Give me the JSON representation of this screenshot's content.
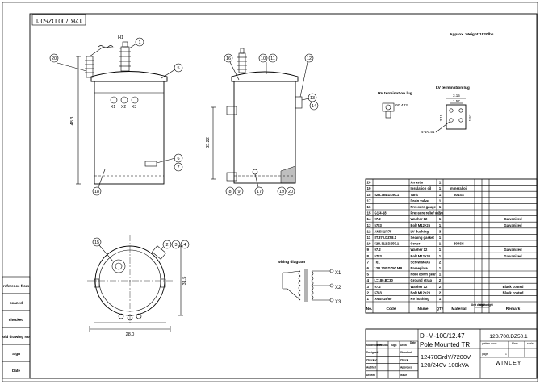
{
  "drawing": {
    "title_code": "12B.700.DZ50.1",
    "weight_note": "Approx. Weight:1820lbs",
    "callout_h1": "H1",
    "dims": {
      "height": "48.3",
      "height2": "33.22",
      "diameter": "31.5",
      "width": "28.0"
    },
    "bushing_labels": [
      "X1",
      "X2",
      "X3"
    ],
    "hv_lug_title": "HV termination lug",
    "hv_lug_dim": "Φ0.433",
    "lv_lug_title": "LV termination lug",
    "lv_lug_dims": [
      "3.15",
      "1.57",
      "3.15",
      "1.57",
      "4-Φ0.51"
    ],
    "wiring_title": "wiring diagram",
    "wiring_outputs": [
      "X1",
      "X2",
      "X3"
    ],
    "callouts": [
      "1",
      "2",
      "3",
      "4",
      "5",
      "6",
      "7",
      "8",
      "9",
      "10",
      "11",
      "12",
      "13",
      "14",
      "15",
      "16",
      "17",
      "18",
      "19",
      "20"
    ]
  },
  "left_panel": [
    "reference from",
    "scaned",
    "checked",
    "old drawing No",
    "Sign",
    "Date"
  ],
  "bom": {
    "headers": [
      "No.",
      "Code",
      "Name",
      "QTY",
      "Material",
      "Unit weight",
      "Total weight",
      "Remark"
    ],
    "rows": [
      {
        "no": "20",
        "code": "",
        "name": "Arrester",
        "qty": "1",
        "material": "",
        "remark": ""
      },
      {
        "no": "19",
        "code": "",
        "name": "Insulation oil",
        "qty": "1",
        "material": "mineral oil",
        "remark": ""
      },
      {
        "no": "18",
        "code": "52B.384.DZ50.1",
        "name": "Tank",
        "qty": "1",
        "material": "304SS",
        "remark": ""
      },
      {
        "no": "17",
        "code": "",
        "name": "Drain valve",
        "qty": "1",
        "material": "",
        "remark": ""
      },
      {
        "no": "16",
        "code": "",
        "name": "Pressure gauge",
        "qty": "1",
        "material": "",
        "remark": ""
      },
      {
        "no": "15",
        "code": "G1/4-18",
        "name": "Pressure relief valve",
        "qty": "1",
        "material": "",
        "remark": ""
      },
      {
        "no": "14",
        "code": "97.2",
        "name": "Washer 12",
        "qty": "1",
        "material": "",
        "remark": "Galvanized"
      },
      {
        "no": "13",
        "code": "5783",
        "name": "Bolt M12×25",
        "qty": "1",
        "material": "",
        "remark": "Galvanized"
      },
      {
        "no": "12",
        "code": "ANSI-1/375",
        "name": "LV bushing",
        "qty": "3",
        "material": "",
        "remark": ""
      },
      {
        "no": "11",
        "code": "8T.370.DZ58.1",
        "name": "Sealing gasket",
        "qty": "1",
        "material": "",
        "remark": ""
      },
      {
        "no": "10",
        "code": "52B.312.DZ50.1",
        "name": "Cover",
        "qty": "1",
        "material": "304SS",
        "remark": ""
      },
      {
        "no": "9",
        "code": "97.2",
        "name": "Washer 12",
        "qty": "1",
        "material": "",
        "remark": "Galvanized"
      },
      {
        "no": "8",
        "code": "5783",
        "name": "Bolt M12×30",
        "qty": "1",
        "material": "",
        "remark": "Galvanized"
      },
      {
        "no": "7",
        "code": "T61",
        "name": "Screw M4X6",
        "qty": "2",
        "material": "",
        "remark": ""
      },
      {
        "no": "6",
        "code": "12B.700.DZ50.MP",
        "name": "Nameplate",
        "qty": "1",
        "material": "",
        "remark": ""
      },
      {
        "no": "5",
        "code": "",
        "name": "Hold down gear",
        "qty": "1",
        "material": "",
        "remark": ""
      },
      {
        "no": "4",
        "code": "L=180,B=30",
        "name": "Ground strap",
        "qty": "2",
        "material": "",
        "remark": ""
      },
      {
        "no": "3",
        "code": "97.2",
        "name": "Washer 12",
        "qty": "2",
        "material": "",
        "remark": "Black coated"
      },
      {
        "no": "2",
        "code": "5783",
        "name": "Bolt M12×20",
        "qty": "2",
        "material": "",
        "remark": "Black coated"
      },
      {
        "no": "1",
        "code": "ANSI-15/50",
        "name": "HV bushing",
        "qty": "1",
        "material": "",
        "remark": ""
      }
    ]
  },
  "title_block": {
    "model": "D -M-100/12.47",
    "name": "Pole Mounted TR",
    "voltage1": "12470GrdY/7200V",
    "voltage2": "120/240V  100kVA",
    "code": "12B.700.DZ50.1",
    "company": "WINLEY",
    "pattern_mark": "pattern mark",
    "mass": "Mass",
    "scale": "scale",
    "page_label": "page",
    "page_num": "1",
    "roles": [
      "Modification",
      "Designed",
      "Checked",
      "Audited",
      "Drafted"
    ],
    "cols": [
      "Revision",
      "Sign",
      "Date"
    ],
    "role_names": [
      "Draw",
      "Standard",
      "Check",
      "Approved",
      "Issue"
    ]
  }
}
